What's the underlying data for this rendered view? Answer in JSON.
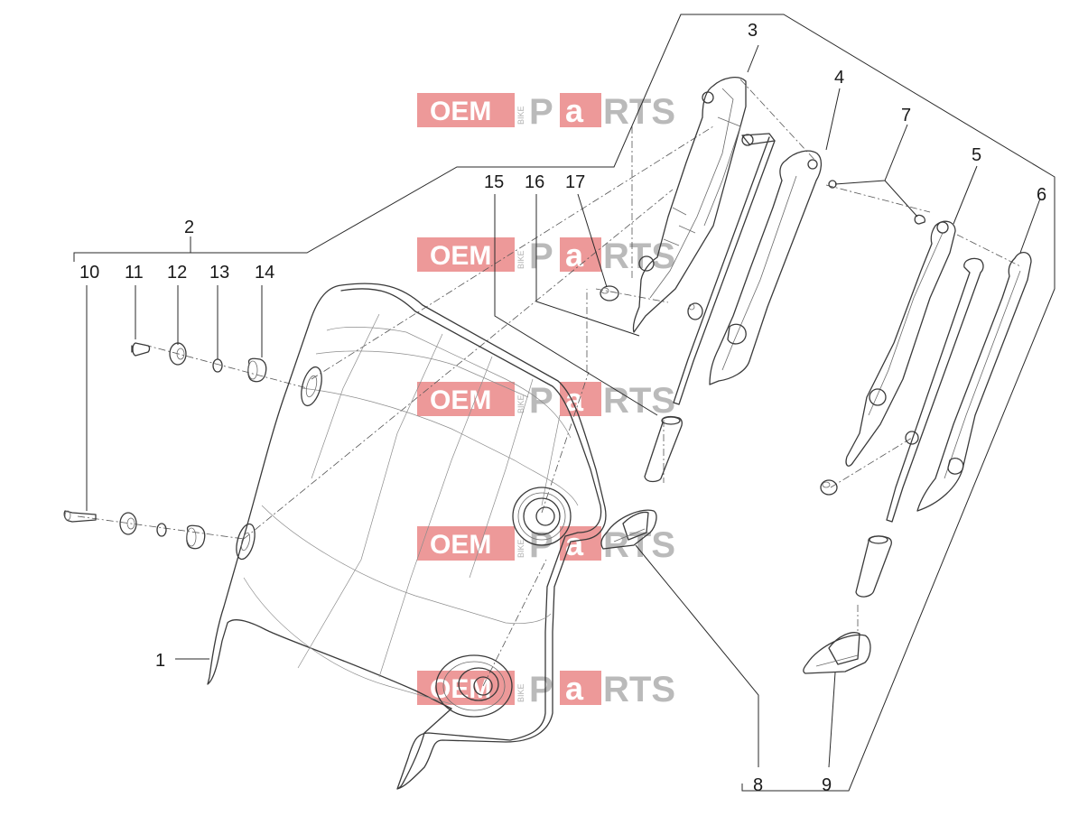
{
  "callouts": {
    "c1": "1",
    "c2": "2",
    "c3": "3",
    "c4": "4",
    "c5": "5",
    "c6": "6",
    "c7": "7",
    "c8": "8",
    "c9": "9",
    "c10": "10",
    "c11": "11",
    "c12": "12",
    "c13": "13",
    "c14": "14",
    "c15": "15",
    "c16": "16",
    "c17": "17"
  },
  "watermark": {
    "prefix": "OEM",
    "small": "BIKE",
    "brand_a": "P",
    "brand_b": "a",
    "brand_c": "RTS",
    "box_color": "#e25a5a"
  }
}
